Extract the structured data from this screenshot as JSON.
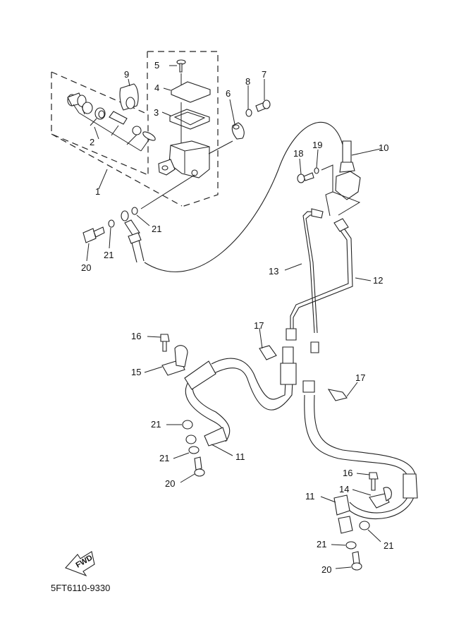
{
  "diagram": {
    "title": "Rear brake master cylinder and brake hoses exploded view",
    "drawing_code": "5FT6110-9330",
    "direction_indicator": "FWD",
    "callouts": [
      {
        "id": "c1",
        "number": "1"
      },
      {
        "id": "c2",
        "number": "2"
      },
      {
        "id": "c3",
        "number": "3"
      },
      {
        "id": "c4",
        "number": "4"
      },
      {
        "id": "c5",
        "number": "5"
      },
      {
        "id": "c6",
        "number": "6"
      },
      {
        "id": "c7",
        "number": "7"
      },
      {
        "id": "c8",
        "number": "8"
      },
      {
        "id": "c9",
        "number": "9"
      },
      {
        "id": "c10",
        "number": "10"
      },
      {
        "id": "c11a",
        "number": "11"
      },
      {
        "id": "c11b",
        "number": "11"
      },
      {
        "id": "c12",
        "number": "12"
      },
      {
        "id": "c13",
        "number": "13"
      },
      {
        "id": "c14",
        "number": "14"
      },
      {
        "id": "c15",
        "number": "15"
      },
      {
        "id": "c16a",
        "number": "16"
      },
      {
        "id": "c16b",
        "number": "16"
      },
      {
        "id": "c17a",
        "number": "17"
      },
      {
        "id": "c17b",
        "number": "17"
      },
      {
        "id": "c18",
        "number": "18"
      },
      {
        "id": "c19",
        "number": "19"
      },
      {
        "id": "c20a",
        "number": "20"
      },
      {
        "id": "c20b",
        "number": "20"
      },
      {
        "id": "c20c",
        "number": "20"
      },
      {
        "id": "c21a",
        "number": "21"
      },
      {
        "id": "c21b",
        "number": "21"
      },
      {
        "id": "c21c",
        "number": "21"
      },
      {
        "id": "c21d",
        "number": "21"
      },
      {
        "id": "c21e",
        "number": "21"
      },
      {
        "id": "c21f",
        "number": "21"
      }
    ]
  }
}
